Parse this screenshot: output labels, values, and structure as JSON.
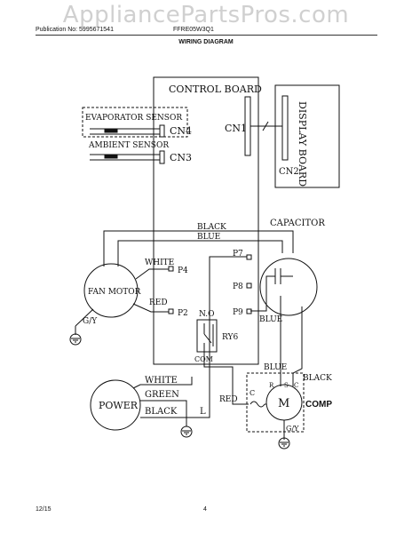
{
  "header": {
    "watermark": "AppliancePartsPros.com",
    "publication": "Publication No: 5995671541",
    "model": "FFRE05W3Q1",
    "title": "WIRING DIAGRAM"
  },
  "diagram": {
    "control_board": "CONTROL BOARD",
    "cn1": "CN1",
    "cn2": "CN2",
    "cn3": "CN3",
    "cn4": "CN4",
    "display_board": "DISPLAY BOARD",
    "evaporator_sensor": "EVAPORATOR SENSOR",
    "ambient_sensor": "AMBIENT SENSOR",
    "black_top": "BLACK",
    "blue_top": "BLUE",
    "capacitor": "CAPACITOR",
    "p7": "P7",
    "p8": "P8",
    "p9": "P9",
    "p4": "P4",
    "p2": "P2",
    "white_fan": "WHITE",
    "red_fan": "RED",
    "fan_motor": "FAN MOTOR",
    "gy_left": "G/Y",
    "blue_cap": "BLUE",
    "no": "N.O",
    "ry6": "RY6",
    "com": "COM",
    "blue_comp": "BLUE",
    "black_comp": "BLACK",
    "r": "R",
    "s": "S",
    "c_top": "C",
    "c_red": "C",
    "m": "M",
    "comp": "COMP",
    "red_comp": "RED",
    "gy_comp": "G/Y",
    "power": "POWER",
    "white_power": "WHITE",
    "green_power": "GREEN",
    "black_power": "BLACK",
    "l": "L"
  },
  "footer": {
    "date": "12/15",
    "page": "4"
  }
}
